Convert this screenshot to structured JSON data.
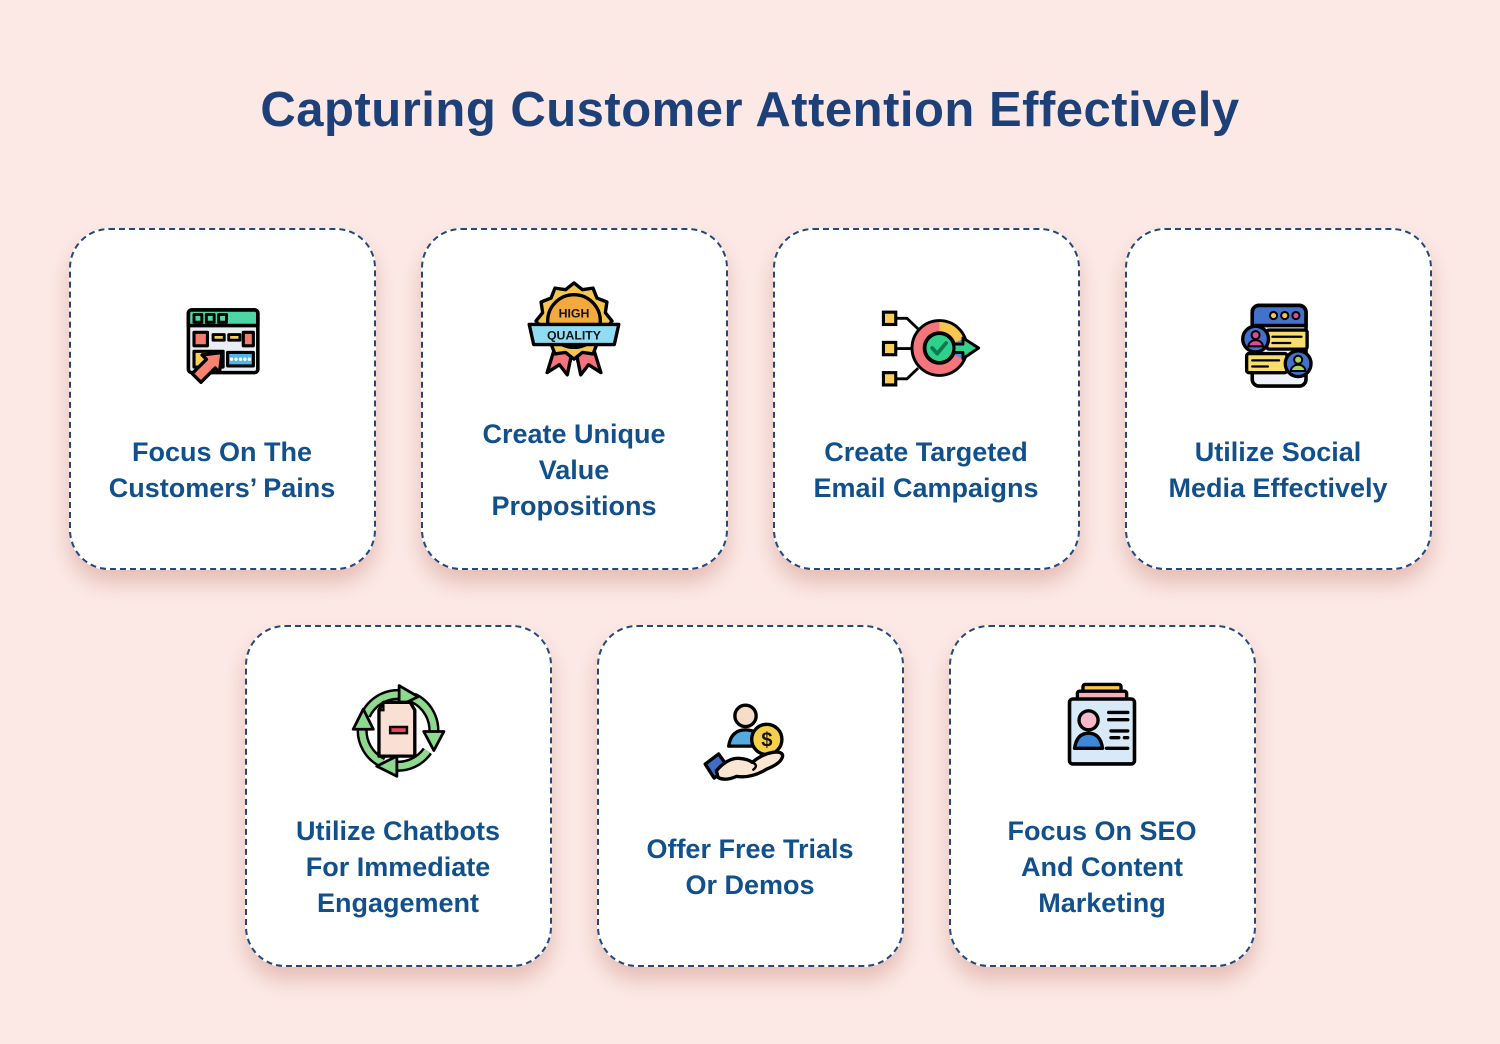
{
  "page": {
    "title": "Capturing Customer Attention Effectively"
  },
  "theme": {
    "background": "#fce9e5",
    "card_background": "#ffffff",
    "card_border": "#24477c",
    "title_color": "#1c4077",
    "label_color": "#12508c"
  },
  "cards": [
    {
      "icon": "browser-cursor-icon",
      "label": "Focus On The\nCustomers’ Pains"
    },
    {
      "icon": "high-quality-badge-icon",
      "label": "Create Unique\nValue\nPropositions"
    },
    {
      "icon": "targeted-campaign-icon",
      "label": "Create Targeted\nEmail Campaigns"
    },
    {
      "icon": "social-media-chat-icon",
      "label": "Utilize Social\nMedia Effectively"
    },
    {
      "icon": "recycle-package-icon",
      "label": "Utilize Chatbots\nFor Immediate\nEngagement"
    },
    {
      "icon": "hand-person-coin-icon",
      "label": "Offer Free Trials\nOr Demos"
    },
    {
      "icon": "id-card-content-icon",
      "label": "Focus On SEO\nAnd Content\nMarketing"
    }
  ],
  "icon_texts": {
    "badge_top": "HIGH",
    "badge_banner": "QUALITY",
    "coin_symbol": "$"
  }
}
